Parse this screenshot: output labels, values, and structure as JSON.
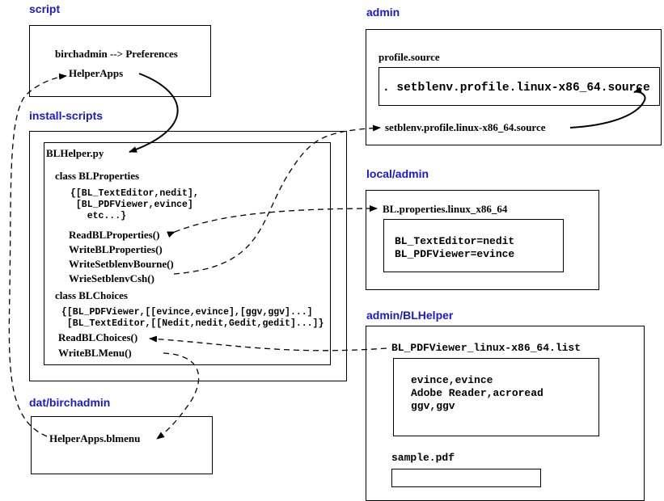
{
  "sections": {
    "script": "script",
    "admin": "admin",
    "install_scripts": "install-scripts",
    "local_admin": "local/admin",
    "dat_birchadmin": "dat/birchadmin",
    "admin_blhelper": "admin/BLHelper"
  },
  "script_box": {
    "menu_path": "birchadmin --> Preferences",
    "helper_apps": "HelperApps"
  },
  "admin_box": {
    "file_label": "profile.source",
    "file_content": ". setblenv.profile.linux-x86_64.source",
    "setblenv_file": "setblenv.profile.linux-x86_64.source"
  },
  "install_box": {
    "file": "BLHelper.py",
    "class_properties": "class BLProperties",
    "properties_dict": [
      "{[BL_TextEditor,nedit],",
      " [BL_PDFViewer,evince]",
      "   etc...}"
    ],
    "methods_properties": [
      "ReadBLProperties()",
      "WriteBLProperties()",
      "WriteSetblenvBourne()",
      "WrieSetblenvCsh()"
    ],
    "class_choices": "class BLChoices",
    "choices_list": [
      "{[BL_PDFViewer,[[evince,evince],[ggv,ggv]...]",
      " [BL_TextEditor,[[Nedit,nedit,Gedit,gedit]...]}"
    ],
    "methods_choices": [
      "ReadBLChoices()",
      "WriteBLMenu()"
    ]
  },
  "local_admin_box": {
    "file_label": "BL.properties.linux_x86_64",
    "content": [
      "BL_TextEditor=nedit",
      "BL_PDFViewer=evince"
    ]
  },
  "dat_box": {
    "file": "HelperApps.blmenu"
  },
  "blhelper_box": {
    "list_file": "BL_PDFViewer_linux-x86_64.list",
    "list_content": [
      "evince,evince",
      "Adobe Reader,acroread",
      "ggv,ggv"
    ],
    "sample_file": "sample.pdf"
  },
  "colors": {
    "section_header": "#1a1acc",
    "lines": "#000000"
  }
}
